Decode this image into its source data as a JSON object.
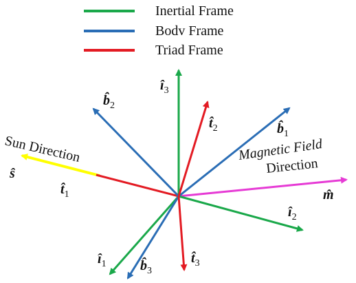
{
  "legend": {
    "inertial": {
      "label": "Inertial Frame",
      "color": "#1aa84a"
    },
    "body": {
      "label": "Bodv Frame",
      "color": "#2a6db5"
    },
    "triad": {
      "label": "Triad Frame",
      "color": "#e31b23"
    }
  },
  "colors": {
    "sun": "#ffff00",
    "magnetic": "#e63bd5"
  },
  "labels": {
    "i_hat": "î",
    "b_hat": "b̂",
    "t_hat": "t̂",
    "s_hat": "ŝ",
    "m_hat": "m̂",
    "sub1": "1",
    "sub2": "2",
    "sub3": "3"
  },
  "captions": {
    "sun": "Sun Direction",
    "magnetic_line1": "Magnetic Field",
    "magnetic_line2": "Direction"
  }
}
